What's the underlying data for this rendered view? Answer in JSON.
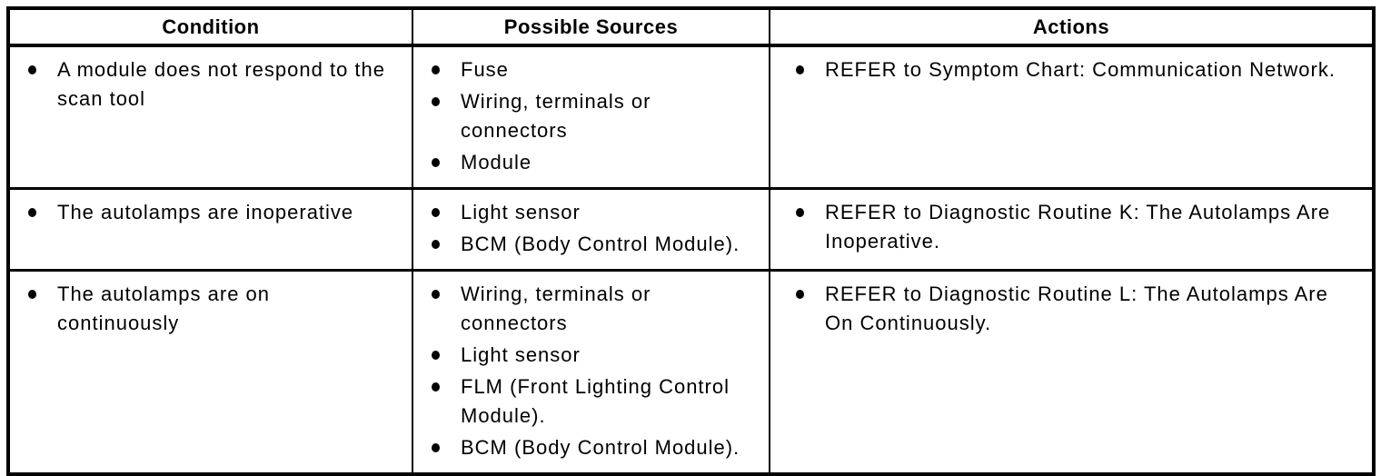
{
  "colors": {
    "text": "#000000",
    "background": "#ffffff",
    "border": "#000000"
  },
  "table": {
    "columns": [
      "Condition",
      "Possible Sources",
      "Actions"
    ],
    "rows": [
      {
        "condition": [
          "A module does not respond to the\nscan tool"
        ],
        "sources": [
          "Fuse",
          "Wiring, terminals or\nconnectors",
          "Module"
        ],
        "actions": [
          "REFER to Symptom Chart: Communication Network."
        ]
      },
      {
        "condition": [
          "The autolamps are inoperative"
        ],
        "sources": [
          "Light sensor",
          "BCM (Body Control Module)."
        ],
        "actions": [
          "REFER to Diagnostic Routine K: The Autolamps Are\nInoperative."
        ]
      },
      {
        "condition": [
          "The autolamps are on\ncontinuously"
        ],
        "sources": [
          "Wiring, terminals or\nconnectors",
          "Light sensor",
          "FLM (Front Lighting Control\nModule).",
          "BCM (Body Control Module)."
        ],
        "actions": [
          "REFER to Diagnostic Routine L: The Autolamps Are\nOn Continuously."
        ]
      }
    ]
  }
}
